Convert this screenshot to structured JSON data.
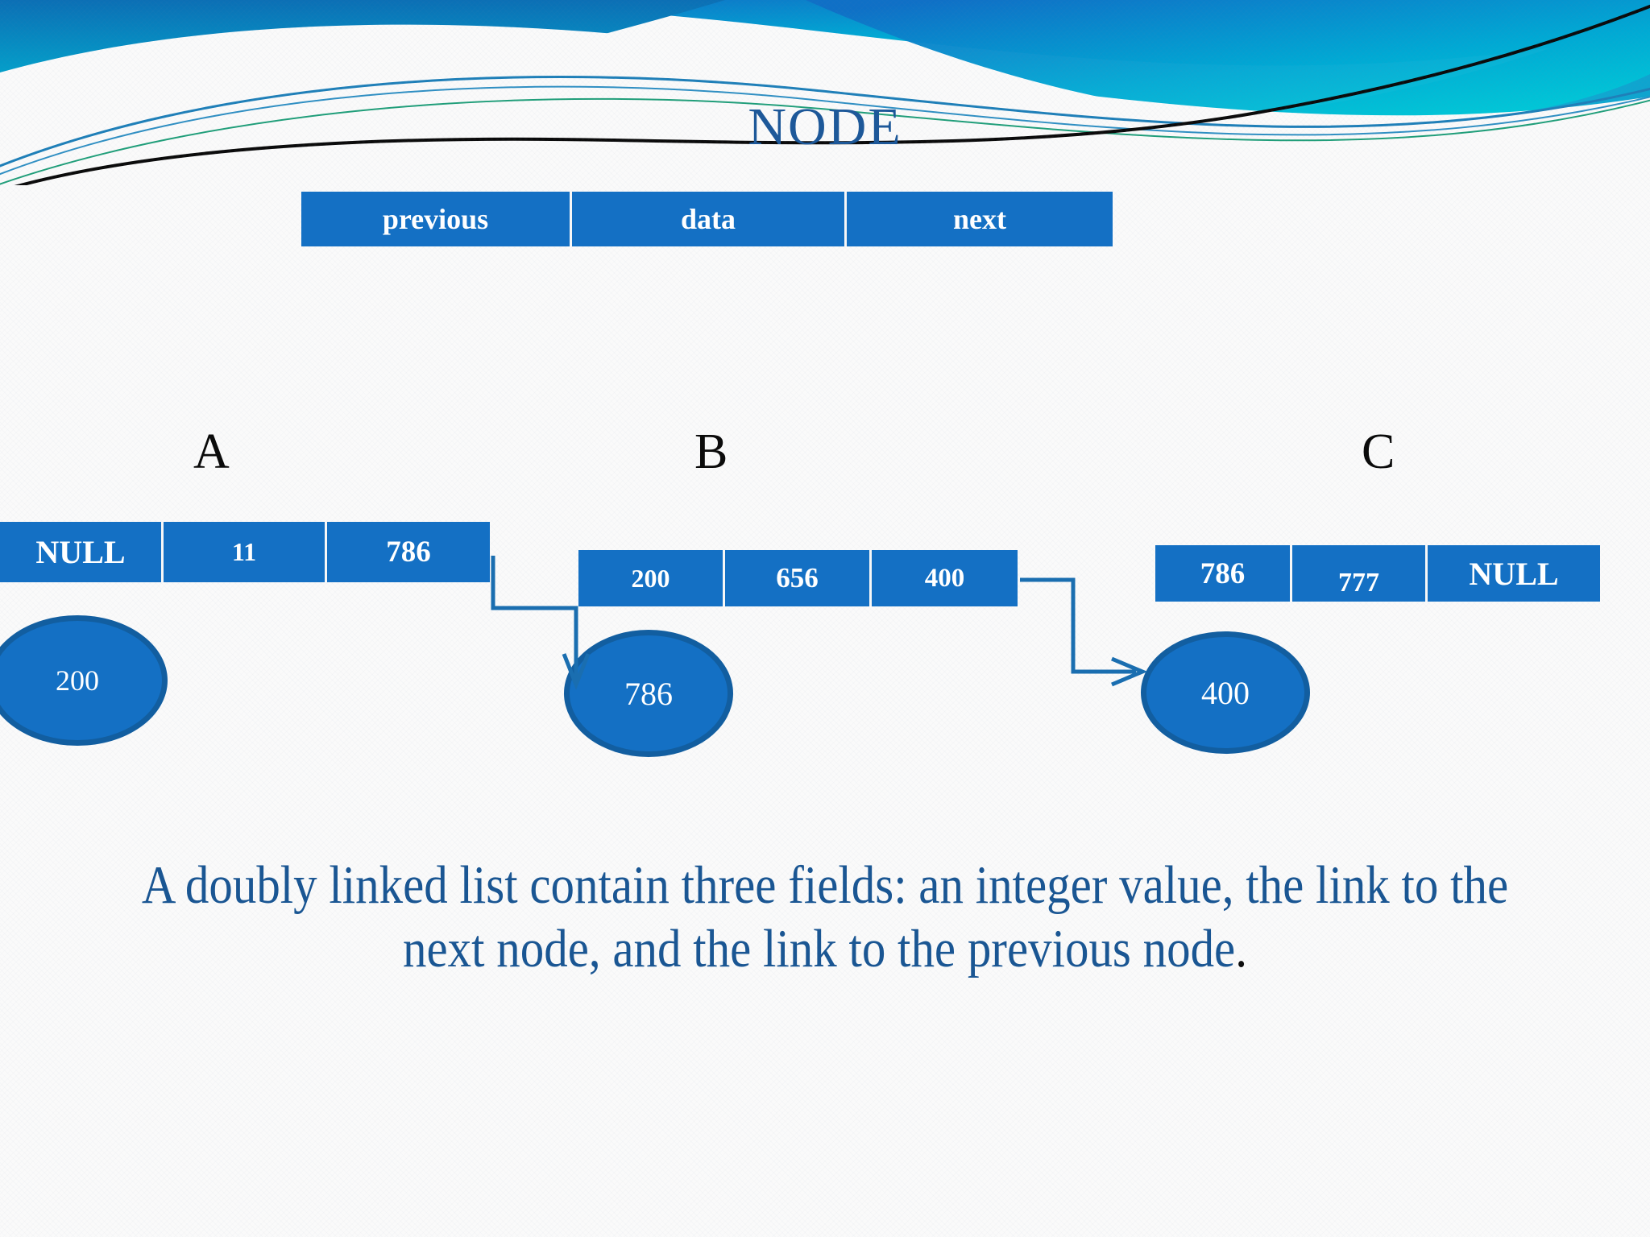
{
  "slide": {
    "title": "NODE",
    "title_color": "#1d5899",
    "accent_color": "#1470c4",
    "ellipse_border_color": "#125ea0",
    "background_color": "#fafafa"
  },
  "node_header": {
    "cells": [
      {
        "label": "previous"
      },
      {
        "label": "data"
      },
      {
        "label": "next"
      }
    ]
  },
  "nodes": [
    {
      "name": "A",
      "cells": [
        {
          "label": "NULL"
        },
        {
          "label": "11"
        },
        {
          "label": "786"
        }
      ],
      "address": "200"
    },
    {
      "name": "B",
      "cells": [
        {
          "label": "200"
        },
        {
          "label": "656"
        },
        {
          "label": "400"
        }
      ],
      "address": "786"
    },
    {
      "name": "C",
      "cells": [
        {
          "label": "786"
        },
        {
          "label": "777"
        },
        {
          "label": "NULL"
        }
      ],
      "address": "400"
    }
  ],
  "caption": {
    "text": "A doubly linked list contain three fields: an integer value, the link to the next node, and the link to the previous node",
    "period": ".",
    "color": "#1a5693"
  },
  "connectors": [
    {
      "from": "node-a-next",
      "to": "ellipse-786",
      "style": "elbow-arrow"
    },
    {
      "from": "node-b-next",
      "to": "ellipse-400",
      "style": "elbow-arrow"
    }
  ]
}
